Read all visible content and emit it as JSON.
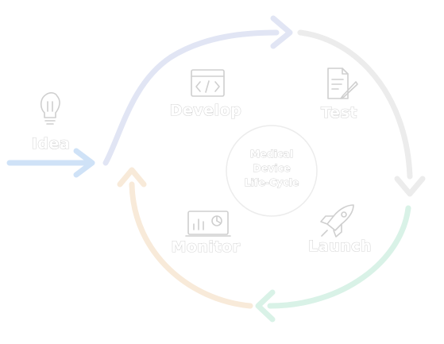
{
  "diagram": {
    "center": {
      "lines": [
        "Medical",
        "Device",
        "Life-Cycle"
      ]
    },
    "stages": [
      {
        "id": "idea",
        "label": "Idea",
        "icon": "lightbulb-icon"
      },
      {
        "id": "develop",
        "label": "Develop",
        "icon": "code-window-icon"
      },
      {
        "id": "test",
        "label": "Test",
        "icon": "document-pen-icon"
      },
      {
        "id": "launch",
        "label": "Launch",
        "icon": "rocket-icon"
      },
      {
        "id": "monitor",
        "label": "Monitor",
        "icon": "analytics-monitor-icon"
      }
    ],
    "colors": {
      "idea_arrow": "#cfe2f7",
      "develop_arrow": "#e1e5f4",
      "test_arrow": "#ececec",
      "launch_arrow": "#d9f2e7",
      "monitor_arrow": "#f8ead9",
      "text_outline": "#d4d4d4",
      "center_circle": "#ececec"
    }
  }
}
